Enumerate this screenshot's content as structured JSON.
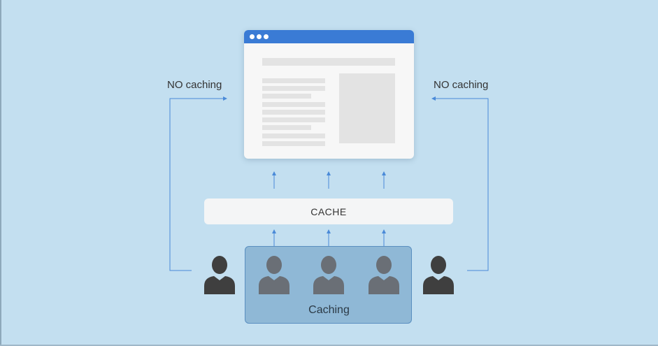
{
  "labels": {
    "no_caching_left": "NO caching",
    "no_caching_right": "NO caching",
    "cache": "CACHE",
    "caching": "Caching"
  },
  "icons": {
    "users": [
      "user-icon",
      "user-icon",
      "user-icon",
      "user-icon",
      "user-icon"
    ]
  },
  "colors": {
    "background": "#c3dff0",
    "browser_bar": "#3a7bd5",
    "connector": "#4a8ad8",
    "user_outside": "#3f3f3f",
    "user_cached": "#6a6f76",
    "caching_group": "#8fb8d6"
  }
}
